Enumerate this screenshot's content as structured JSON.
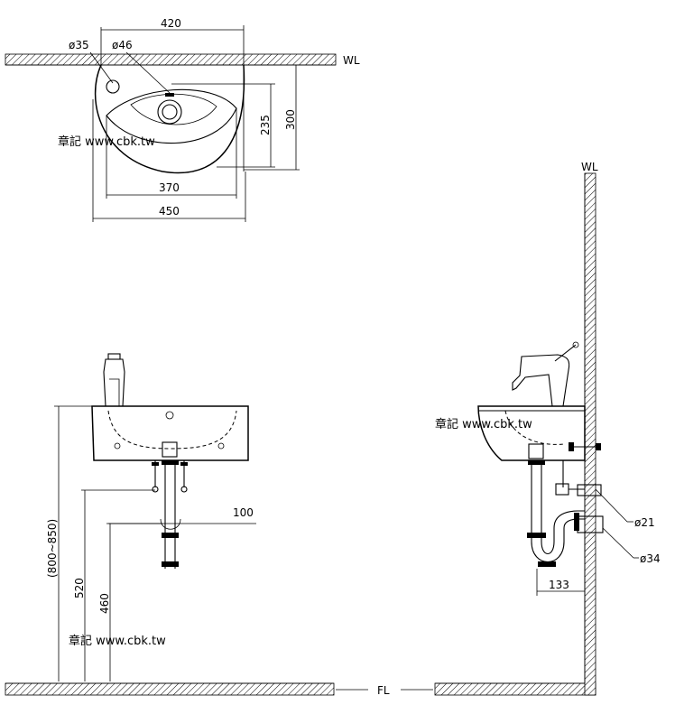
{
  "top_view": {
    "dim_width_top": "420",
    "dim_hole_tap": "ø35",
    "dim_hole_drain": "ø46",
    "wall_label": "WL",
    "dim_depth_inner": "235",
    "dim_depth_outer": "300",
    "dim_width_inner": "370",
    "dim_width_outer": "450",
    "watermark": "章記 www.cbk.tw"
  },
  "front_view": {
    "dim_center": "100",
    "dim_height_range": "(800~850)",
    "dim_height_supply": "520",
    "dim_height_drain": "460",
    "watermark": "章記 www.cbk.tw"
  },
  "side_view": {
    "wall_label": "WL",
    "watermark": "章記 www.cbk.tw",
    "dim_supply_pipe": "ø21",
    "dim_drain_pipe": "ø34",
    "dim_trap_offset": "133"
  },
  "floor_label": "FL"
}
